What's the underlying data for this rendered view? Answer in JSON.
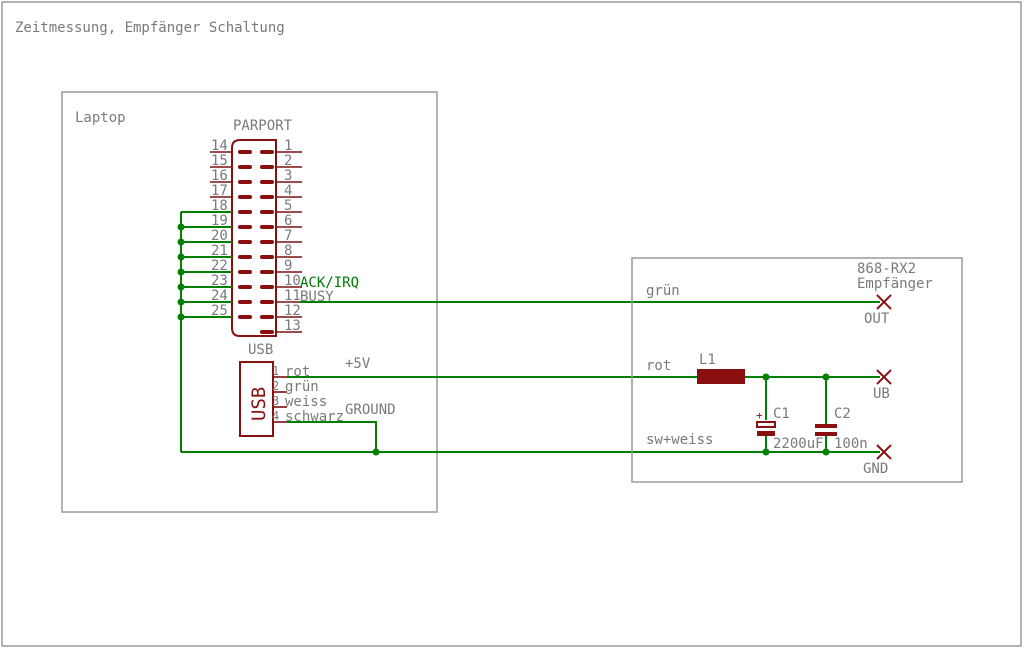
{
  "title": "Zeitmessung, Empfänger Schaltung",
  "laptop": {
    "label": "Laptop",
    "parport": {
      "label": "PARPORT",
      "left_pins": [
        "14",
        "15",
        "16",
        "17",
        "18",
        "19",
        "20",
        "21",
        "22",
        "23",
        "24",
        "25"
      ],
      "right_pins": [
        "1",
        "2",
        "3",
        "4",
        "5",
        "6",
        "7",
        "8",
        "9",
        "10",
        "11",
        "12",
        "13"
      ],
      "ack_label": "ACK/IRQ",
      "busy_label": "BUSY"
    },
    "usb": {
      "label": "USB",
      "ref": "USB",
      "pins": [
        {
          "num": "1",
          "name": "rot"
        },
        {
          "num": "2",
          "name": "grün"
        },
        {
          "num": "3",
          "name": "weiss"
        },
        {
          "num": "4",
          "name": "schwarz"
        }
      ]
    },
    "net_plus5v": "+5V",
    "net_ground": "GROUND"
  },
  "receiver": {
    "title_line1": "868-RX2",
    "title_line2": "Empfänger",
    "out_label": "OUT",
    "ub_label": "UB",
    "gnd_label": "GND",
    "wire_gruen": "grün",
    "wire_rot": "rot",
    "wire_swweiss": "sw+weiss",
    "l1": "L1",
    "c1": "C1",
    "c1_value": "2200uF",
    "c2": "C2",
    "c2_value": "100n"
  },
  "colors": {
    "wire": "#008000",
    "part": "#8a1010",
    "text": "#7a7a7a",
    "frame": "#9a9a9a"
  }
}
